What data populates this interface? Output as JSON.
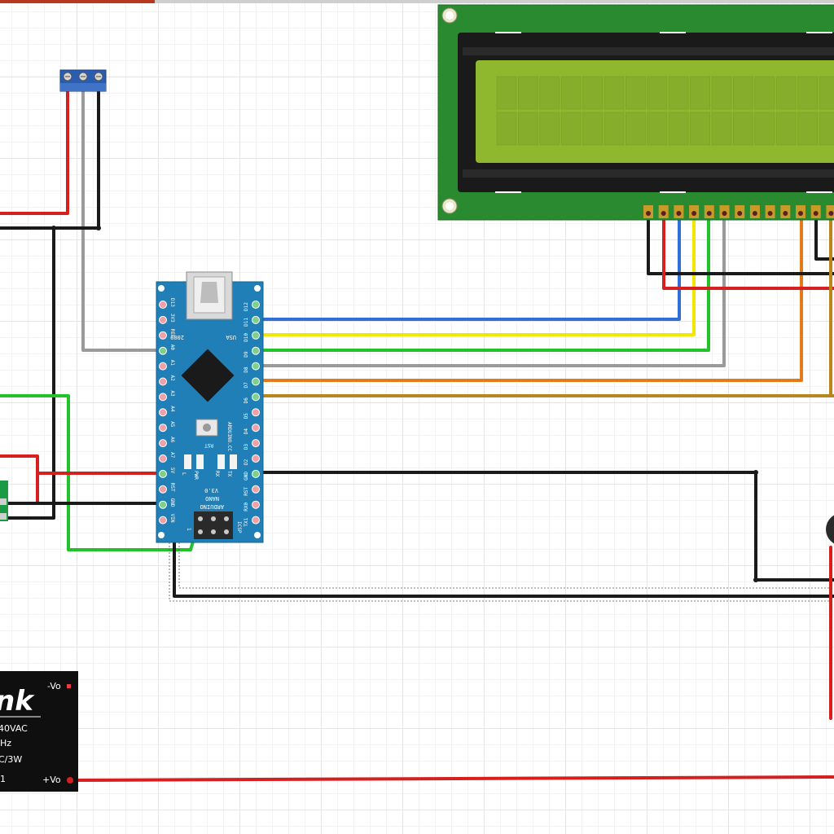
{
  "arduino": {
    "left_pins": [
      "D13",
      "3V3",
      "REF",
      "A0",
      "A1",
      "A2",
      "A3",
      "A4",
      "A5",
      "A6",
      "A7",
      "5V",
      "RST",
      "GND",
      "VIN"
    ],
    "right_pins": [
      "D12",
      "D11",
      "D10",
      "D9",
      "D8",
      "D7",
      "D6",
      "D5",
      "D4",
      "D3",
      "D2",
      "GND",
      "RST",
      "RX0",
      "TX1"
    ],
    "board_lines": [
      "ARDUINO",
      "NANO",
      "V3.0"
    ],
    "year": "2009",
    "usa": "USA",
    "rst_label": "RST",
    "site": "ARDUINO.CC",
    "led_labels": [
      "L",
      "PWR",
      "RX",
      "TX"
    ],
    "icsp": "ICSP",
    "one": "1"
  },
  "psu": {
    "brand": "nk",
    "line1": "40VAC",
    "line2": "Hz",
    "line3": "C/3W",
    "line4": "1",
    "pin_minus": "-Vo",
    "pin_plus": "+Vo"
  },
  "colors": {
    "board_blue": "#1f7fb6",
    "lcd_green": "#2a8a2f",
    "lcd_screen": "#8fb82f",
    "wire_red": "#d61f1f",
    "wire_black": "#1a1a1a",
    "wire_gray": "#9a9a9a",
    "wire_blue": "#2f6fd6",
    "wire_yellow": "#f0e800",
    "wire_green": "#22c22a",
    "wire_orange": "#e57a1a",
    "wire_brown": "#b8861a",
    "terminal_blue": "#2a5db0"
  }
}
